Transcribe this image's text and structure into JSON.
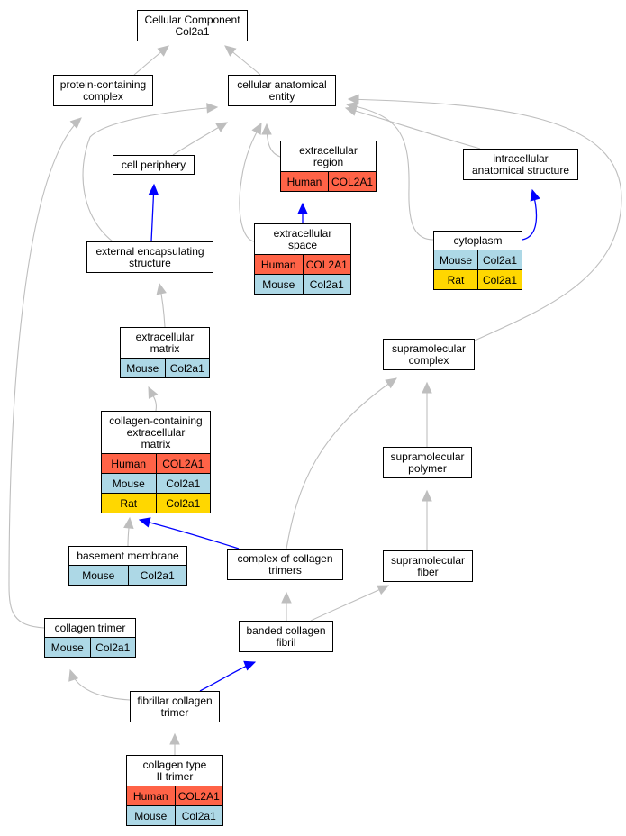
{
  "colors": {
    "Human": "#ff6347",
    "Mouse": "#add8e6",
    "Rat": "#ffd700",
    "edge_default": "#bebebe",
    "edge_highlight": "#0000ff"
  },
  "nodes": {
    "root": {
      "label": "Cellular Component\nCol2a1",
      "rows": []
    },
    "protein_complex": {
      "label": "protein-containing\ncomplex",
      "rows": []
    },
    "cellular_anatomical_entity": {
      "label": "cellular anatomical\nentity",
      "rows": []
    },
    "cell_periphery": {
      "label": "cell periphery",
      "rows": []
    },
    "extracellular_region": {
      "label": "extracellular\nregion",
      "rows": [
        {
          "species": "Human",
          "gene": "COL2A1"
        }
      ]
    },
    "intracellular_structure": {
      "label": "intracellular\nanatomical structure",
      "rows": []
    },
    "external_encapsulating": {
      "label": "external encapsulating\nstructure",
      "rows": []
    },
    "extracellular_space": {
      "label": "extracellular\nspace",
      "rows": [
        {
          "species": "Human",
          "gene": "COL2A1"
        },
        {
          "species": "Mouse",
          "gene": "Col2a1"
        }
      ]
    },
    "cytoplasm": {
      "label": "cytoplasm",
      "rows": [
        {
          "species": "Mouse",
          "gene": "Col2a1"
        },
        {
          "species": "Rat",
          "gene": "Col2a1"
        }
      ]
    },
    "extracellular_matrix": {
      "label": "extracellular\nmatrix",
      "rows": [
        {
          "species": "Mouse",
          "gene": "Col2a1"
        }
      ]
    },
    "supramolecular_complex": {
      "label": "supramolecular\ncomplex",
      "rows": []
    },
    "collagen_ecm": {
      "label": "collagen-containing\nextracellular\nmatrix",
      "rows": [
        {
          "species": "Human",
          "gene": "COL2A1"
        },
        {
          "species": "Mouse",
          "gene": "Col2a1"
        },
        {
          "species": "Rat",
          "gene": "Col2a1"
        }
      ]
    },
    "supramolecular_polymer": {
      "label": "supramolecular\npolymer",
      "rows": []
    },
    "basement_membrane": {
      "label": "basement membrane",
      "rows": [
        {
          "species": "Mouse",
          "gene": "Col2a1"
        }
      ]
    },
    "complex_collagen_trimers": {
      "label": "complex of collagen\ntrimers",
      "rows": []
    },
    "supramolecular_fiber": {
      "label": "supramolecular\nfiber",
      "rows": []
    },
    "collagen_trimer": {
      "label": "collagen trimer",
      "rows": [
        {
          "species": "Mouse",
          "gene": "Col2a1"
        }
      ]
    },
    "banded_collagen_fibril": {
      "label": "banded collagen\nfibril",
      "rows": []
    },
    "fibrillar_collagen_trimer": {
      "label": "fibrillar collagen\ntrimer",
      "rows": []
    },
    "collagen_type_ii_trimer": {
      "label": "collagen type\nII trimer",
      "rows": [
        {
          "species": "Human",
          "gene": "COL2A1"
        },
        {
          "species": "Mouse",
          "gene": "Col2a1"
        }
      ]
    }
  },
  "edges": [
    {
      "from": "protein_complex",
      "to": "root",
      "highlight": false
    },
    {
      "from": "cellular_anatomical_entity",
      "to": "root",
      "highlight": false
    },
    {
      "from": "cell_periphery",
      "to": "cellular_anatomical_entity",
      "highlight": false
    },
    {
      "from": "extracellular_region",
      "to": "cellular_anatomical_entity",
      "highlight": false
    },
    {
      "from": "intracellular_structure",
      "to": "cellular_anatomical_entity",
      "highlight": false
    },
    {
      "from": "external_encapsulating",
      "to": "cellular_anatomical_entity",
      "highlight": false
    },
    {
      "from": "extracellular_space",
      "to": "cellular_anatomical_entity",
      "highlight": false
    },
    {
      "from": "cytoplasm",
      "to": "cellular_anatomical_entity",
      "highlight": false
    },
    {
      "from": "supramolecular_complex",
      "to": "cellular_anatomical_entity",
      "highlight": false
    },
    {
      "from": "external_encapsulating",
      "to": "cell_periphery",
      "highlight": true
    },
    {
      "from": "extracellular_space",
      "to": "extracellular_region",
      "highlight": true
    },
    {
      "from": "cytoplasm",
      "to": "intracellular_structure",
      "highlight": true
    },
    {
      "from": "extracellular_matrix",
      "to": "external_encapsulating",
      "highlight": false
    },
    {
      "from": "collagen_ecm",
      "to": "extracellular_matrix",
      "highlight": false
    },
    {
      "from": "basement_membrane",
      "to": "collagen_ecm",
      "highlight": false
    },
    {
      "from": "complex_collagen_trimers",
      "to": "collagen_ecm",
      "highlight": true
    },
    {
      "from": "complex_collagen_trimers",
      "to": "supramolecular_complex",
      "highlight": false
    },
    {
      "from": "supramolecular_polymer",
      "to": "supramolecular_complex",
      "highlight": false
    },
    {
      "from": "supramolecular_fiber",
      "to": "supramolecular_polymer",
      "highlight": false
    },
    {
      "from": "collagen_trimer",
      "to": "protein_complex",
      "highlight": false
    },
    {
      "from": "banded_collagen_fibril",
      "to": "complex_collagen_trimers",
      "highlight": false
    },
    {
      "from": "banded_collagen_fibril",
      "to": "supramolecular_fiber",
      "highlight": false
    },
    {
      "from": "fibrillar_collagen_trimer",
      "to": "collagen_trimer",
      "highlight": false
    },
    {
      "from": "fibrillar_collagen_trimer",
      "to": "banded_collagen_fibril",
      "highlight": true
    },
    {
      "from": "collagen_type_ii_trimer",
      "to": "fibrillar_collagen_trimer",
      "highlight": false
    }
  ]
}
